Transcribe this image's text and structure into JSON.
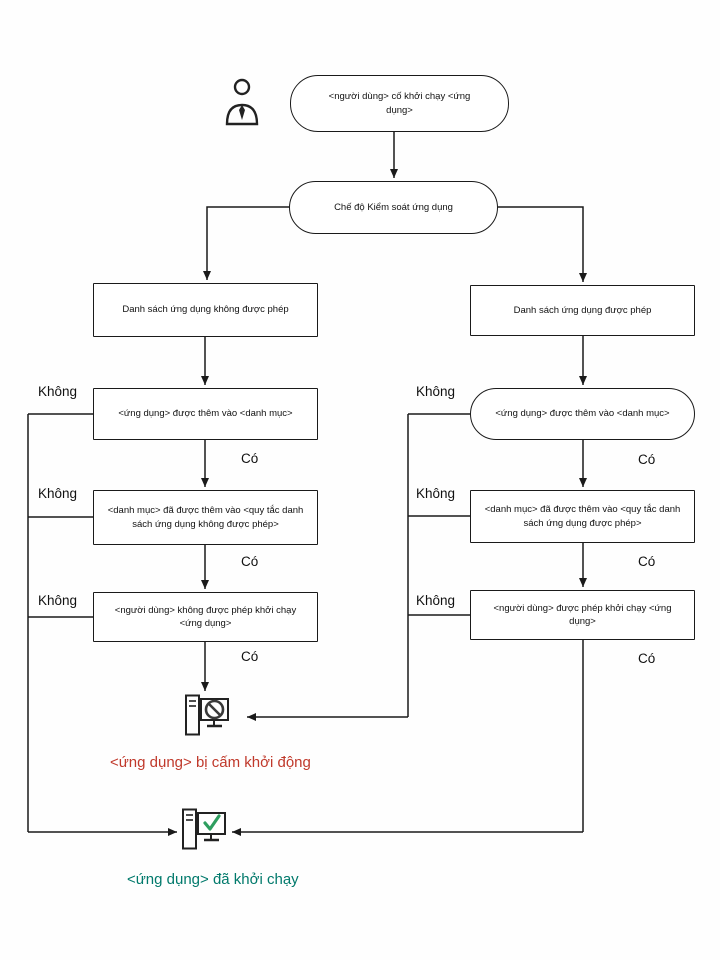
{
  "flowchart": {
    "start": "<người dùng> cố khởi chạy <ứng dụng>",
    "mode": "Chế độ Kiểm soát ứng dụng",
    "left": {
      "list": "Danh sách ứng dụng không được phép",
      "added": "<ứng dụng> được thêm vào <danh mục>",
      "rule": "<danh mục> đã được thêm vào <quy tắc danh sách ứng dụng không được phép>",
      "user": "<người dùng> không được phép khởi chạy <ứng dụng>",
      "result": "<ứng dụng> bị cấm khởi động"
    },
    "right": {
      "list": "Danh sách ứng dụng được phép",
      "added": "<ứng dụng> được thêm vào <danh mục>",
      "rule": "<danh mục> đã được thêm vào <quy tắc danh sách ứng dụng được phép>",
      "user": "<người dùng> được phép khởi chạy <ứng dụng>",
      "result": "<ứng dụng> đã khởi chạy"
    },
    "labels": {
      "yes": "Có",
      "no": "Không"
    },
    "colors": {
      "line": "#1a1a1a",
      "blocked_text": "#c0392b",
      "started_text": "#00796b",
      "check": "#2e9e5f",
      "prohibition": "#3a3a3a"
    }
  }
}
